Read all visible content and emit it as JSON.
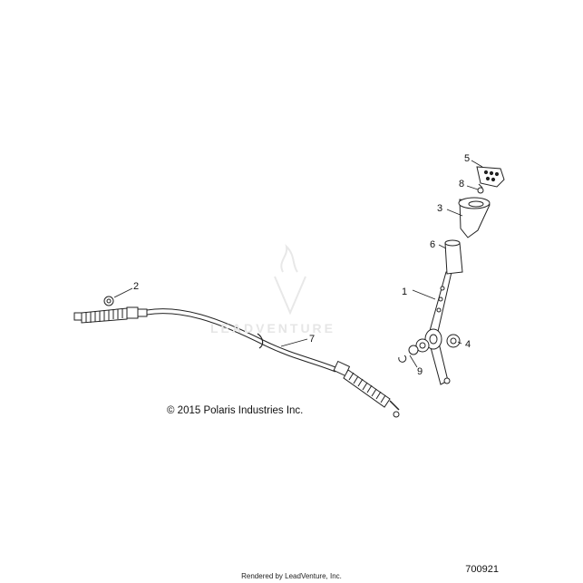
{
  "callouts": {
    "c1": "1",
    "c2": "2",
    "c3": "3",
    "c4": "4",
    "c5": "5",
    "c6": "6",
    "c7": "7",
    "c8": "8",
    "c9": "9"
  },
  "copyright": "© 2015 Polaris Industries Inc.",
  "figure_number": "700921",
  "rendered_by": "Rendered by LeadVenture, Inc.",
  "watermark": "LEADVENTURE",
  "colors": {
    "line": "#222222",
    "watermark": "#e6e6e6"
  }
}
